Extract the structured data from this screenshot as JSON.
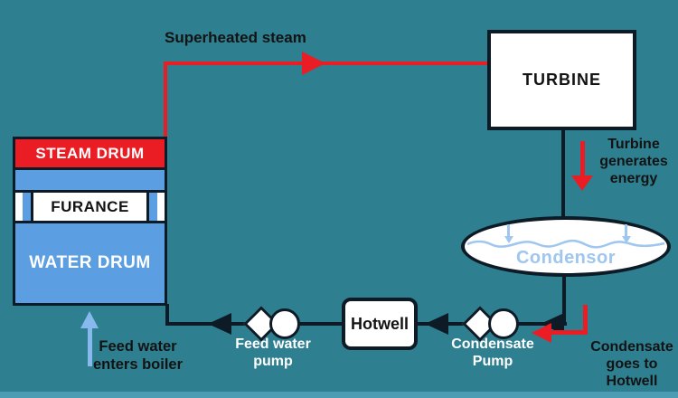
{
  "colors": {
    "background": "#2E7F90",
    "red": "#EA1C24",
    "boiler_blue": "#5C9EE2",
    "light_blue": "#9EC6EE",
    "feed_arrow_blue": "#87B9EE",
    "line_dark": "#0D1B26",
    "text_dark": "#131313",
    "bottom_strip": "#4C9CB3"
  },
  "boiler": {
    "steam_drum": "STEAM DRUM",
    "furnace": "FURANCE",
    "water_drum": "WATER DRUM"
  },
  "turbine": {
    "label": "TURBINE"
  },
  "condensor": {
    "label": "Condensor"
  },
  "hotwell": {
    "label": "Hotwell"
  },
  "pumps": {
    "feed_water": {
      "lines": [
        "Feed water",
        "pump"
      ]
    },
    "condensate": {
      "lines": [
        "Condensate",
        "Pump"
      ]
    }
  },
  "annotations": {
    "superheated_steam": "Superheated steam",
    "turbine_energy": {
      "lines": [
        "Turbine",
        "generates",
        "energy"
      ]
    },
    "condensate_to_hotwell": {
      "lines": [
        "Condensate",
        "goes to",
        "Hotwell"
      ]
    },
    "feed_water_enters": {
      "lines": [
        "Feed water",
        "enters boiler"
      ]
    }
  }
}
